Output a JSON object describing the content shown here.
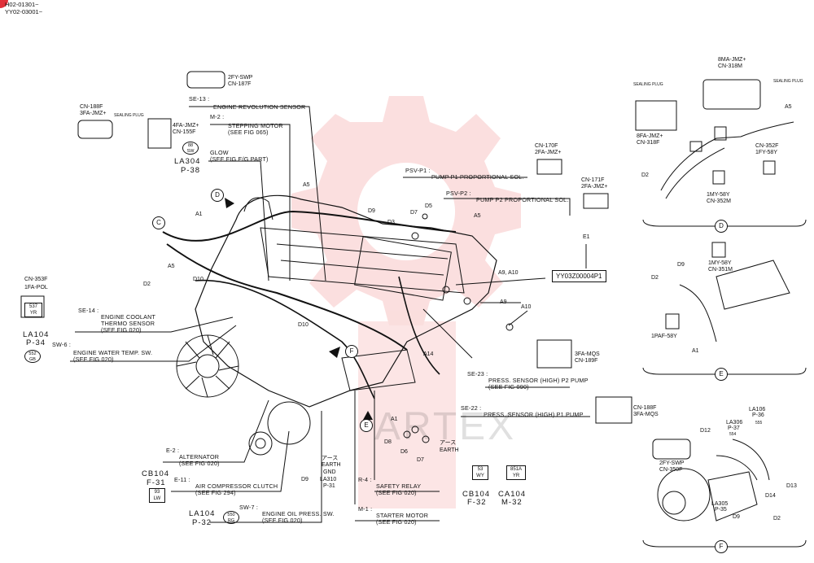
{
  "header": {
    "line1": "H02-01301~",
    "line2": "YY02-03001~"
  },
  "figure_ref": "YY03Z00004P1",
  "watermark": "ARTEX",
  "views": [
    "C",
    "D",
    "E",
    "F"
  ],
  "labels": {
    "se13_code": "SE-13 :",
    "se13_name": "ENGINE REVOLUTION SENSOR",
    "m2_code": "M-2 :",
    "m2_name": "STEPPING MOTOR",
    "m2_ref": "(SEE FIG 065)",
    "glow_name": "GLOW",
    "glow_ref": "(SEE FIG E/G PART)",
    "psvp1_code": "PSV-P1 :",
    "psvp1_name": "PUMP P1 PROPORTIONAL SOL.",
    "psvp2_code": "PSV-P2 :",
    "psvp2_name": "PUMP P2 PROPORTIONAL SOL.",
    "se14_code": "SE-14 :",
    "se14_name1": "ENGINE COOLANT",
    "se14_name2": "THERMO SENSOR",
    "se14_ref": "(SEE FIG 020)",
    "sw6_code": "SW-6 :",
    "sw6_name": "ENGINE WATER TEMP. SW.",
    "sw6_ref": "(SEE FIG 020)",
    "se23_code": "SE-23 :",
    "se23_name": "PRESS. SENSOR (HIGH) P2 PUMP",
    "se23_ref": "(SEE FIG 090)",
    "se22_code": "SE-22 :",
    "se22_name": "PRESS. SENSOR (HIGH) P1 PUMP",
    "e2_code": "E-2 :",
    "e2_name": "ALTERNATOR",
    "e2_ref": "(SEE FIG 020)",
    "e11_code": "E-11 :",
    "e11_name": "AIR COMPRESSOR CLUTCH",
    "e11_ref": "(SEE FIG 294)",
    "sw7_code": "SW-7 :",
    "sw7_name": "ENGINE OIL PRESS. SW.",
    "sw7_ref": "(SEE FIG 020)",
    "r4_code": "R-4 :",
    "r4_name": "SAFETY RELAY",
    "r4_ref": "(SEE FIG 020)",
    "m1_code": "M-1 :",
    "m1_name": "STARTER MOTOR",
    "m1_ref": "(SEE FIG 020)",
    "earth_jp": "アース",
    "earth_en": "EARTH",
    "earth_gnd": "GND"
  },
  "connectors": {
    "cn187f": [
      "2FY-SWP",
      "CN-187F"
    ],
    "cn188f_tl": [
      "CN-188F",
      "3FA-JMZ+"
    ],
    "sealing_plug": "SEALING PLUG",
    "cn155f": [
      "4FA-JMZ+",
      "CN-155F"
    ],
    "cn170f": [
      "CN-170F",
      "2FA-JMZ+"
    ],
    "cn171f": [
      "CN-171F",
      "2FA-JMZ+"
    ],
    "cn353f": [
      "CN-353F",
      "1FA-POL"
    ],
    "cn189f": [
      "3FA-MQS",
      "CN-189F"
    ],
    "cn188f_r": [
      "CN-188F",
      "3FA-MQS"
    ],
    "cn318m": [
      "8MA-JMZ+",
      "CN-318M"
    ],
    "cn318f": [
      "8FA-JMZ+",
      "CN-318F"
    ],
    "cn352f": [
      "CN-352F",
      "1FY-58Y"
    ],
    "cn352m": [
      "1MY-58Y",
      "CN-352M"
    ],
    "cn351m": [
      "1MY-58Y",
      "CN-351M"
    ],
    "paf": "1PAF-58Y",
    "cn350f": [
      "2FY-SWP",
      "CN-350F"
    ]
  },
  "codes": {
    "la304": [
      "LA304",
      "P-38"
    ],
    "la104_34": [
      "LA104",
      "P-34"
    ],
    "cb104_31": [
      "CB104",
      "F-31"
    ],
    "la104_32": [
      "LA104",
      "P-32"
    ],
    "la310": [
      "LA310",
      "P-31"
    ],
    "cb104_32": [
      "CB104",
      "F-32"
    ],
    "ca104": [
      "CA104",
      "M-32"
    ],
    "la106": [
      "LA106",
      "P-36"
    ],
    "la306": [
      "LA306",
      "P-37"
    ],
    "la305": [
      "LA305",
      "P-35"
    ]
  },
  "wire_marks": {
    "sw88": [
      "88",
      "SW"
    ],
    "sw537": [
      "537",
      "YR"
    ],
    "sw552": [
      "552",
      "GB"
    ],
    "sw93": [
      "93",
      "LW"
    ],
    "sw550": [
      "550",
      "RG"
    ],
    "sw53": [
      "53",
      "WY"
    ],
    "sw851": [
      "851A",
      "YR"
    ],
    "sw555": "555",
    "sw554": "554"
  },
  "parts": {
    "a1": "A1",
    "a5": "A5",
    "a9": "A9",
    "a10": "A10",
    "a9a10": "A9, A10",
    "a14": "A14",
    "d2": "D2",
    "d3": "D3",
    "d5": "D5",
    "d6": "D6",
    "d7": "D7",
    "d8": "D8",
    "d9": "D9",
    "d10": "D10",
    "d12": "D12",
    "d13": "D13",
    "d14": "D14",
    "e1": "E1"
  }
}
